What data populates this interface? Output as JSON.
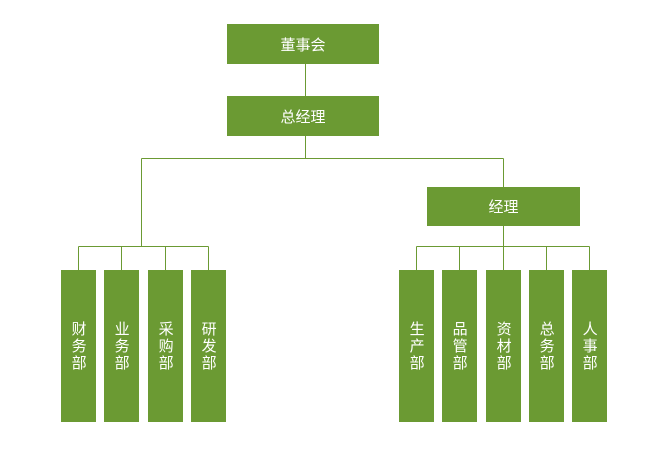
{
  "accent_color": "#6b9a33",
  "board": {
    "label": "董事会"
  },
  "gm": {
    "label": "总经理"
  },
  "manager": {
    "label": "经理"
  },
  "left_departments": [
    {
      "label": "财务部"
    },
    {
      "label": "业务部"
    },
    {
      "label": "采购部"
    },
    {
      "label": "研发部"
    }
  ],
  "right_departments": [
    {
      "label": "生产部"
    },
    {
      "label": "品管部"
    },
    {
      "label": "资材部"
    },
    {
      "label": "总务部"
    },
    {
      "label": "人事部"
    }
  ]
}
